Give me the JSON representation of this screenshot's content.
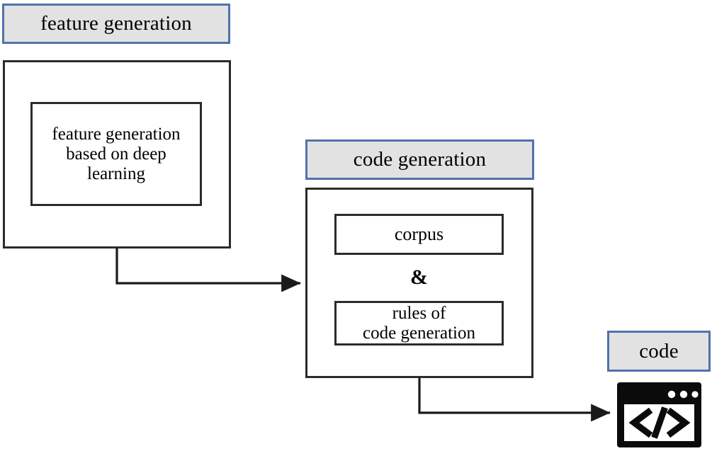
{
  "diagram": {
    "title": "feature generation to code generation pipeline",
    "colors": {
      "chip_fill": "#e2e2e2",
      "chip_border": "#4f73ab",
      "box_border": "#2b2b2b",
      "connector": "#1a1a1a",
      "icon_black": "#0b0b0b",
      "page_background": "#ffffff"
    }
  },
  "stage_feature": {
    "header_label": "feature generation",
    "inner_label": "feature generation\nbased on deep\nlearning",
    "inner_line1": "feature generation",
    "inner_line2": "based on deep",
    "inner_line3": "learning"
  },
  "stage_code": {
    "header_label": "code generation",
    "corpus_label": "corpus",
    "conjunction_label": "&",
    "rules_line1": "rules of",
    "rules_line2": "code generation"
  },
  "stage_output": {
    "header_label": "code",
    "icon_name": "code-window-icon",
    "icon_glyph": "</>",
    "dots_count": 3
  },
  "connectors": [
    {
      "name": "feature-to-code-arrow",
      "from": "feature generation container",
      "to": "code generation container",
      "style": "elbow-arrow-right"
    },
    {
      "name": "code-to-output-arrow",
      "from": "code generation container",
      "to": "code window icon",
      "style": "elbow-arrow-right"
    }
  ]
}
